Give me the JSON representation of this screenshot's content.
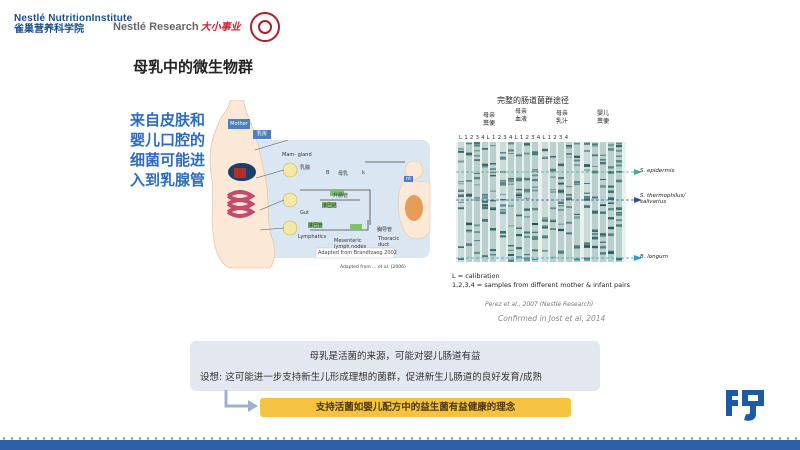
{
  "header": {
    "nni_line1": "Nestlé NutritionInstitute",
    "nni_line2": "雀巢营养科学院",
    "research_text": "Nestlé Research",
    "research_tag": "大小事业"
  },
  "slide": {
    "title": "母乳中的微生物群",
    "blue_lines": [
      "来自皮肤和",
      "婴儿口腔的",
      "细菌可能进",
      "入到乳腺管"
    ]
  },
  "anatomy": {
    "mother_box": "Mother",
    "breast_tag": "乳房",
    "mammary_label": "Mam-\ngland",
    "rubao_label": "乳腺",
    "b_label": "B",
    "mimu_label": "母乳",
    "k_label": "k",
    "infant_tag": "nt",
    "gut_label": "Gut",
    "shengchang_label": "升肠管",
    "jilingtu_label": "淋巴结",
    "lymph_label": "Lymphatics",
    "linbaguan_label": "淋巴管",
    "mesenteric_label": "Mesenteric\nlymph nodes",
    "thoracic_label": "Thoracic\nduct",
    "xiongdaoguan_label": "胸导管",
    "source_caption": "Adapted from Brandtzaeg 2002",
    "small_credit": "Adapted from ...  et al. (2006)"
  },
  "gel": {
    "title": "完整的肠道菌群途径",
    "groups": [
      {
        "label": "母亲\n粪便"
      },
      {
        "label": "母亲\n血液"
      },
      {
        "label": "母亲\n乳汁"
      },
      {
        "label": "婴儿\n粪便"
      }
    ],
    "lane_numbers": "L  1  2  3  4   L  1  2  3  4   L  1  2  3  4   L  1  2  3  4",
    "species": [
      "S. epidermis",
      "S. thermophilus/\nsalivarius",
      "B. longum"
    ],
    "legend_line1": "L = calibration",
    "legend_line2": "1,2,3,4 = samples from different mother & infant pairs",
    "citation1": "Perez et al., 2007 (Nestlé Research)",
    "citation2": "Confirmed in Jost et al, 2014"
  },
  "bottom": {
    "line1": "母乳是活菌的来源，可能对婴儿肠道有益",
    "line2": "设想: 这可能进一步支持新生儿形成理想的菌群，促进新生儿肠道的良好发育/成熟",
    "highlight": "支持活菌如婴儿配方中的益生菌有益健康的理念"
  },
  "colors": {
    "accent_blue": "#2e6cc2",
    "highlight_gold": "#f5c242",
    "panel_gray": "#e3e7ef",
    "corner_logo": "#1c5aa8"
  }
}
